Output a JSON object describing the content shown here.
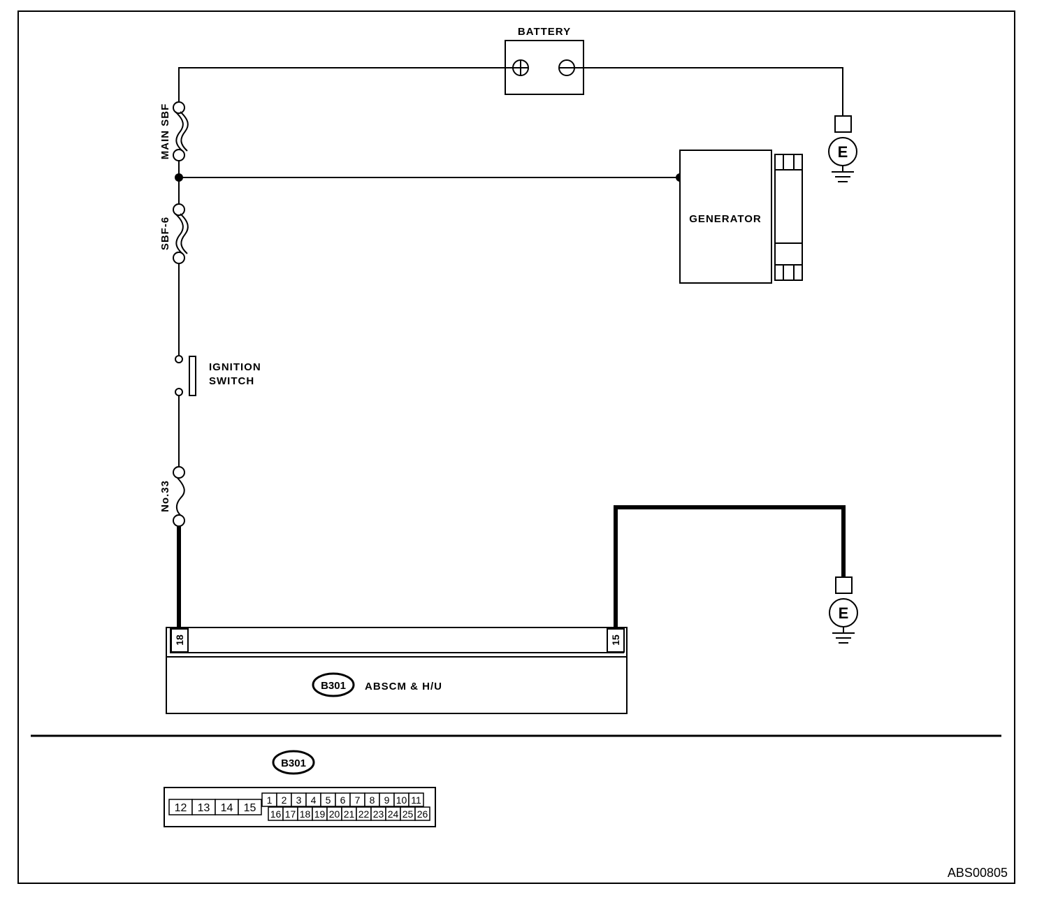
{
  "labels": {
    "battery": "BATTERY",
    "main_sbf": "MAIN SBF",
    "sbf6": "SBF-6",
    "generator": "GENERATOR",
    "ignition_line1": "IGNITION",
    "ignition_line2": "SWITCH",
    "fuse33": "No.33",
    "module_name": "ABSCM & H/U",
    "connector_id": "B301",
    "pin_left": "18",
    "pin_right": "15",
    "ground": "E",
    "reference": "ABS00805"
  },
  "connector": {
    "id": "B301",
    "big_pins": [
      "12",
      "13",
      "14",
      "15"
    ],
    "top_row": [
      "1",
      "2",
      "3",
      "4",
      "5",
      "6",
      "7",
      "8",
      "9",
      "10",
      "11"
    ],
    "bottom_row": [
      "16",
      "17",
      "18",
      "19",
      "20",
      "21",
      "22",
      "23",
      "24",
      "25",
      "26"
    ]
  }
}
